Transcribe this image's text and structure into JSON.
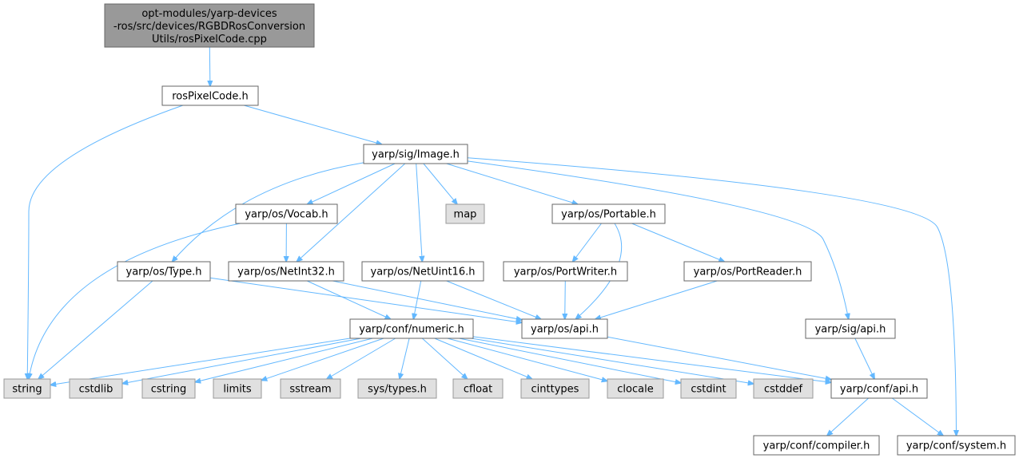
{
  "colors": {
    "edge": "#63b8ff",
    "box_fill": "#ffffff",
    "box_stroke": "#666666",
    "external_fill": "#e0e0e0",
    "external_stroke": "#999999",
    "root_fill": "#999999",
    "root_stroke": "#666666",
    "text": "#000000"
  },
  "root": {
    "lines": [
      "opt-modules/yarp-devices",
      "-ros/src/devices/RGBDRosConversion",
      "Utils/rosPixelCode.cpp"
    ]
  },
  "nodes": [
    {
      "id": "rosPixelCode",
      "label": "rosPixelCode.h",
      "kind": "header"
    },
    {
      "id": "image",
      "label": "yarp/sig/Image.h",
      "kind": "header"
    },
    {
      "id": "vocab",
      "label": "yarp/os/Vocab.h",
      "kind": "header"
    },
    {
      "id": "map",
      "label": "map",
      "kind": "external"
    },
    {
      "id": "portable",
      "label": "yarp/os/Portable.h",
      "kind": "header"
    },
    {
      "id": "type",
      "label": "yarp/os/Type.h",
      "kind": "header"
    },
    {
      "id": "netint32",
      "label": "yarp/os/NetInt32.h",
      "kind": "header"
    },
    {
      "id": "netuint16",
      "label": "yarp/os/NetUint16.h",
      "kind": "header"
    },
    {
      "id": "portwriter",
      "label": "yarp/os/PortWriter.h",
      "kind": "header"
    },
    {
      "id": "portreader",
      "label": "yarp/os/PortReader.h",
      "kind": "header"
    },
    {
      "id": "numeric",
      "label": "yarp/conf/numeric.h",
      "kind": "header"
    },
    {
      "id": "osapi",
      "label": "yarp/os/api.h",
      "kind": "header"
    },
    {
      "id": "sigapi",
      "label": "yarp/sig/api.h",
      "kind": "header"
    },
    {
      "id": "string",
      "label": "string",
      "kind": "external"
    },
    {
      "id": "cstdlib",
      "label": "cstdlib",
      "kind": "external"
    },
    {
      "id": "cstring",
      "label": "cstring",
      "kind": "external"
    },
    {
      "id": "limits",
      "label": "limits",
      "kind": "external"
    },
    {
      "id": "sstream",
      "label": "sstream",
      "kind": "external"
    },
    {
      "id": "systypes",
      "label": "sys/types.h",
      "kind": "external"
    },
    {
      "id": "cfloat",
      "label": "cfloat",
      "kind": "external"
    },
    {
      "id": "cinttypes",
      "label": "cinttypes",
      "kind": "external"
    },
    {
      "id": "clocale",
      "label": "clocale",
      "kind": "external"
    },
    {
      "id": "cstdint",
      "label": "cstdint",
      "kind": "external"
    },
    {
      "id": "cstddef",
      "label": "cstddef",
      "kind": "external"
    },
    {
      "id": "confapi",
      "label": "yarp/conf/api.h",
      "kind": "header"
    },
    {
      "id": "compiler",
      "label": "yarp/conf/compiler.h",
      "kind": "header"
    },
    {
      "id": "system",
      "label": "yarp/conf/system.h",
      "kind": "header"
    }
  ],
  "edges": [
    [
      "root",
      "rosPixelCode"
    ],
    [
      "rosPixelCode",
      "string"
    ],
    [
      "rosPixelCode",
      "image"
    ],
    [
      "image",
      "vocab"
    ],
    [
      "image",
      "map"
    ],
    [
      "image",
      "portable"
    ],
    [
      "image",
      "type"
    ],
    [
      "image",
      "netint32"
    ],
    [
      "image",
      "netuint16"
    ],
    [
      "image",
      "sigapi"
    ],
    [
      "image",
      "system"
    ],
    [
      "vocab",
      "netint32"
    ],
    [
      "vocab",
      "string"
    ],
    [
      "portable",
      "portwriter"
    ],
    [
      "portable",
      "portreader"
    ],
    [
      "portable",
      "osapi"
    ],
    [
      "type",
      "string"
    ],
    [
      "type",
      "osapi"
    ],
    [
      "netint32",
      "numeric"
    ],
    [
      "netint32",
      "osapi"
    ],
    [
      "netuint16",
      "numeric"
    ],
    [
      "netuint16",
      "osapi"
    ],
    [
      "portwriter",
      "osapi"
    ],
    [
      "portreader",
      "osapi"
    ],
    [
      "osapi",
      "confapi"
    ],
    [
      "sigapi",
      "confapi"
    ],
    [
      "numeric",
      "string"
    ],
    [
      "numeric",
      "cstdlib"
    ],
    [
      "numeric",
      "cstring"
    ],
    [
      "numeric",
      "limits"
    ],
    [
      "numeric",
      "sstream"
    ],
    [
      "numeric",
      "systypes"
    ],
    [
      "numeric",
      "cfloat"
    ],
    [
      "numeric",
      "cinttypes"
    ],
    [
      "numeric",
      "clocale"
    ],
    [
      "numeric",
      "cstdint"
    ],
    [
      "numeric",
      "cstddef"
    ],
    [
      "numeric",
      "confapi"
    ],
    [
      "confapi",
      "compiler"
    ],
    [
      "confapi",
      "system"
    ]
  ]
}
